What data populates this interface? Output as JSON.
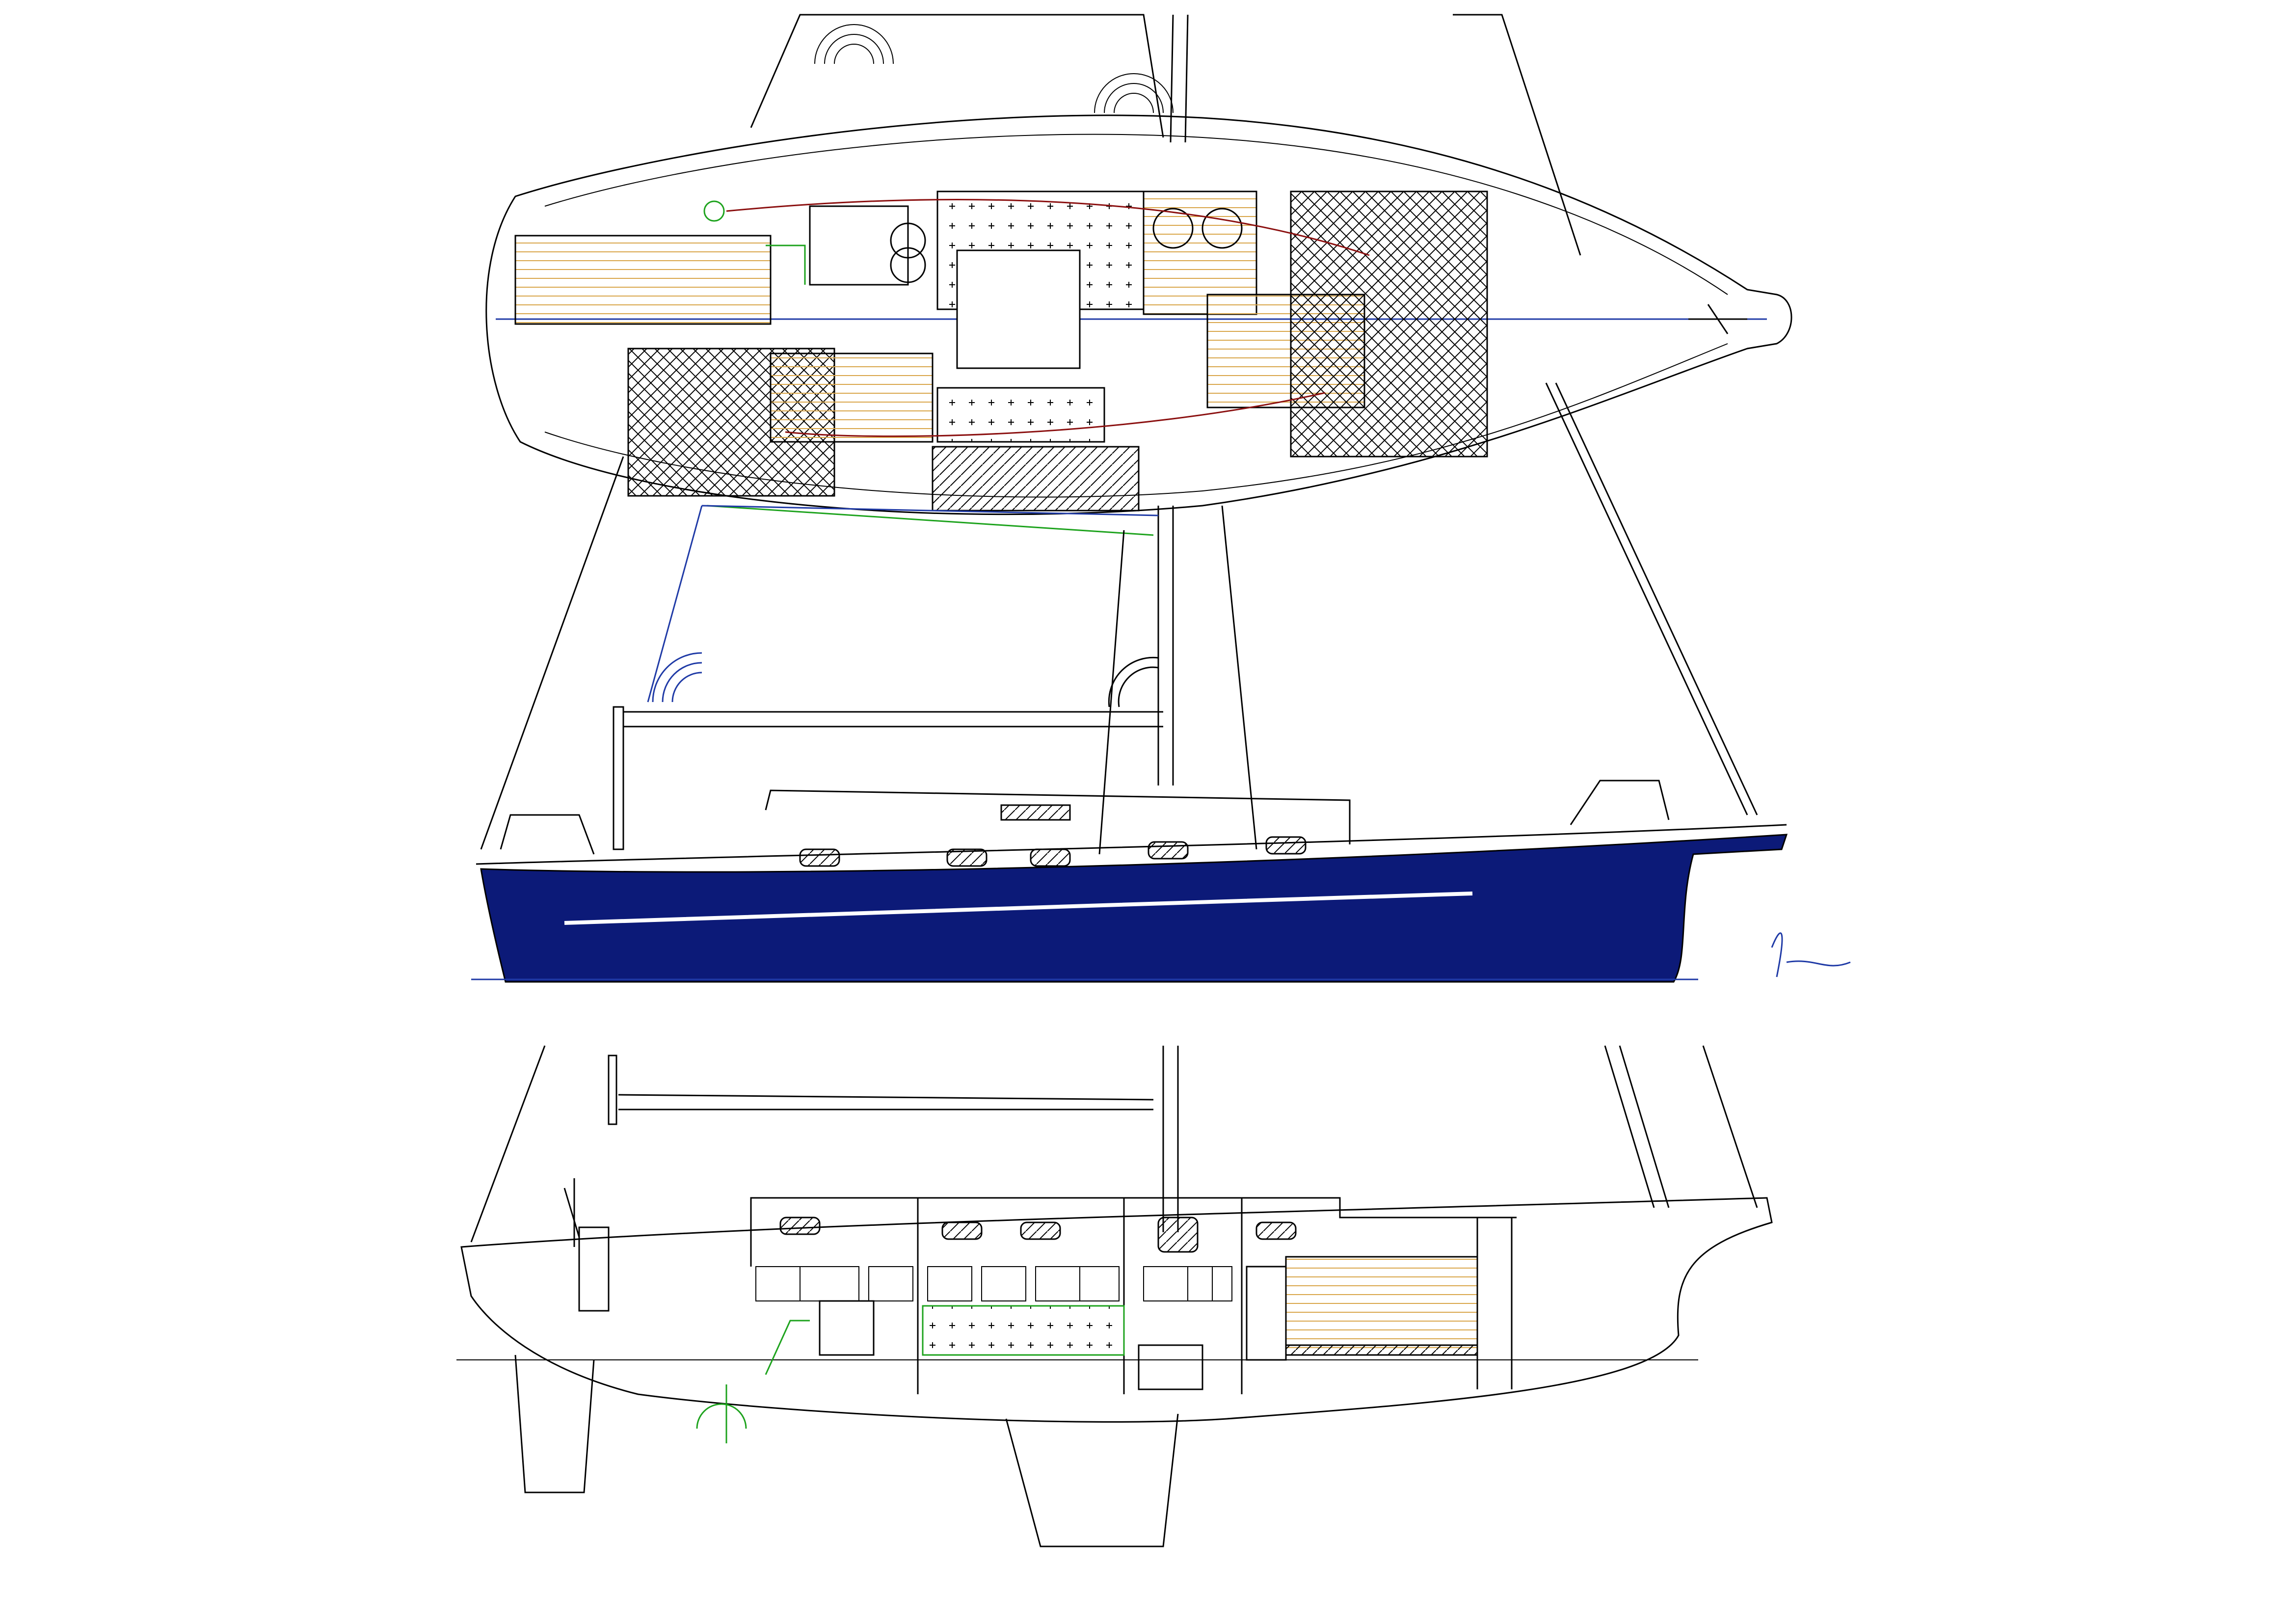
{
  "drawing": {
    "views": [
      "accommodation-plan",
      "sail-profile",
      "interior-profile"
    ],
    "colors": {
      "line": "#000000",
      "hull_topsides": "#0c1a78",
      "sole_wood": "#d9a64a",
      "accent_green": "#1ea31e",
      "accent_blue": "#1f3aa6",
      "wiring_red": "#8b1010"
    },
    "signature_text": "Per Gudmundsen"
  }
}
